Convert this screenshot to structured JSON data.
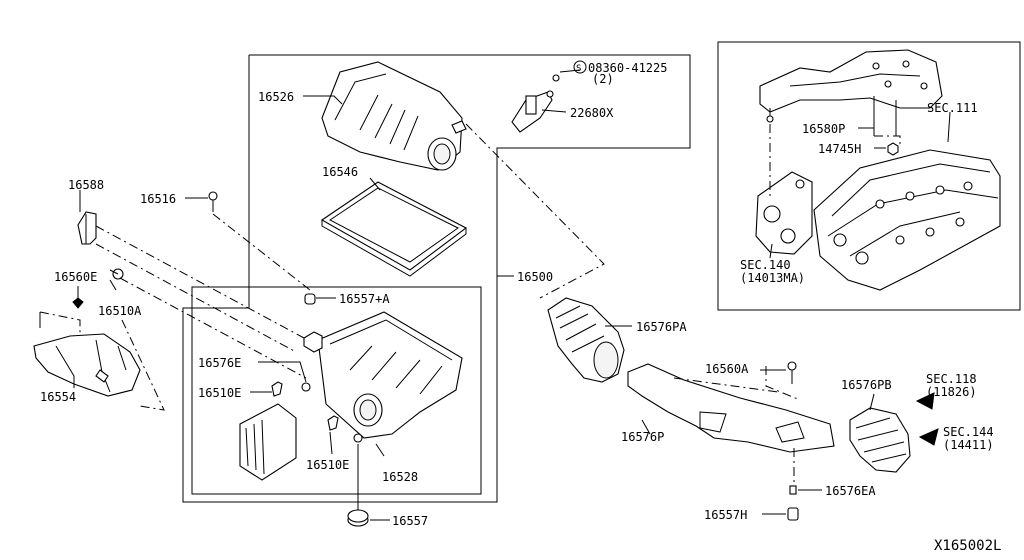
{
  "diagram_id": "X165002L",
  "callouts": {
    "c16526": "16526",
    "c08360": "08360-41225",
    "c08360_qty": "(2)",
    "c22680x": "22680X",
    "c16546": "16546",
    "c16588": "16588",
    "c16516": "16516",
    "c16500": "16500",
    "c16560e": "16560E",
    "c16510a": "16510A",
    "c16557a": "16557+A",
    "c16554": "16554",
    "c16576e": "16576E",
    "c16510e1": "16510E",
    "c16510e2": "16510E",
    "c16528": "16528",
    "c16557": "16557",
    "c16576pa": "16576PA",
    "c16560a": "16560A",
    "c16576p": "16576P",
    "c16576pb": "16576PB",
    "c16576ea": "16576EA",
    "c16557h": "16557H",
    "c16580p": "16580P",
    "c14745h": "14745H",
    "sec111": "SEC.111",
    "sec140": "SEC.140",
    "sec140_sub": "(14013MA)",
    "sec118": "SEC.118",
    "sec118_sub": "(11826)",
    "sec144": "SEC.144",
    "sec144_sub": "(14411)"
  }
}
